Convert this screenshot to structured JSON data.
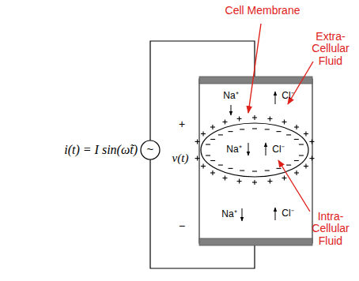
{
  "diagram": {
    "labels": [
      "Cell Membrane",
      "Extra-Cellular Fluid",
      "Intra-Cellular Fluid",
      "i(t) = I sin(ωt̃)",
      "~",
      "+",
      "v(t)",
      "−",
      "Na⁺",
      "Cl⁻",
      "Na⁺",
      "Cl⁻",
      "Na⁺",
      "Cl⁻"
    ]
  }
}
